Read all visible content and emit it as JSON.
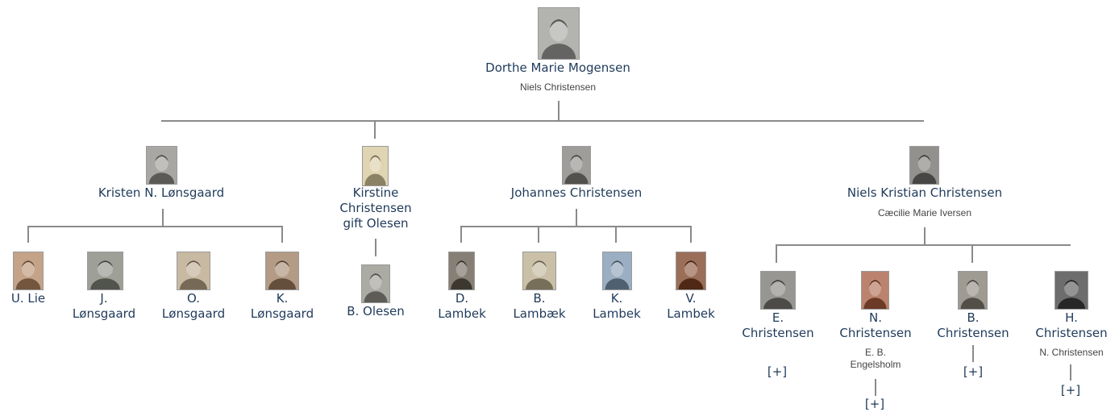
{
  "root": {
    "name": "Dorthe Marie Mogensen",
    "spouse": "Niels Christensen",
    "photo_tone": "#9a9a96"
  },
  "children": [
    {
      "name": "Kristen N. Lønsgaard",
      "photo_tone": "#8c8a86",
      "children": [
        {
          "name_lines": [
            "U. Lie"
          ],
          "photo_tone": "#b08460"
        },
        {
          "name_lines": [
            "J.",
            "Lønsgaard"
          ],
          "photo_tone": "#7d8076"
        },
        {
          "name_lines": [
            "O.",
            "Lønsgaard"
          ],
          "photo_tone": "#b5a183"
        },
        {
          "name_lines": [
            "K.",
            "Lønsgaard"
          ],
          "photo_tone": "#9a7a5c"
        }
      ]
    },
    {
      "name_lines": [
        "Kirstine",
        "Christensen",
        "gift Olesen"
      ],
      "photo_tone": "#d6c79a",
      "children": [
        {
          "name_lines": [
            "B. Olesen"
          ],
          "photo_tone": "#8f8d84"
        }
      ]
    },
    {
      "name": "Johannes Christensen",
      "photo_tone": "#7e7c78",
      "children": [
        {
          "name_lines": [
            "D.",
            "Lambek"
          ],
          "photo_tone": "#5c5448"
        },
        {
          "name_lines": [
            "B.",
            "Lambæk"
          ],
          "photo_tone": "#b8ab8a"
        },
        {
          "name_lines": [
            "K.",
            "Lambek"
          ],
          "photo_tone": "#7a93ad"
        },
        {
          "name_lines": [
            "V.",
            "Lambek"
          ],
          "photo_tone": "#7a3e22"
        }
      ]
    },
    {
      "name": "Niels Kristian Christensen",
      "spouse": "Cæcilie Marie Iversen",
      "photo_tone": "#6f6c68",
      "children": [
        {
          "name_lines": [
            "E.",
            "Christensen"
          ],
          "photo_tone": "#76736e",
          "expand": "[+]"
        },
        {
          "name_lines": [
            "N.",
            "Christensen"
          ],
          "spouse_lines": [
            "E. B.",
            "Engelsholm"
          ],
          "photo_tone": "#a45a3c",
          "expand": "[+]"
        },
        {
          "name_lines": [
            "B.",
            "Christensen"
          ],
          "photo_tone": "#7f786e",
          "expand": "[+]"
        },
        {
          "name_lines": [
            "H.",
            "Christensen"
          ],
          "spouse_lines": [
            "N. Christensen"
          ],
          "photo_tone": "#3c3c3c",
          "expand": "[+]"
        }
      ]
    }
  ]
}
